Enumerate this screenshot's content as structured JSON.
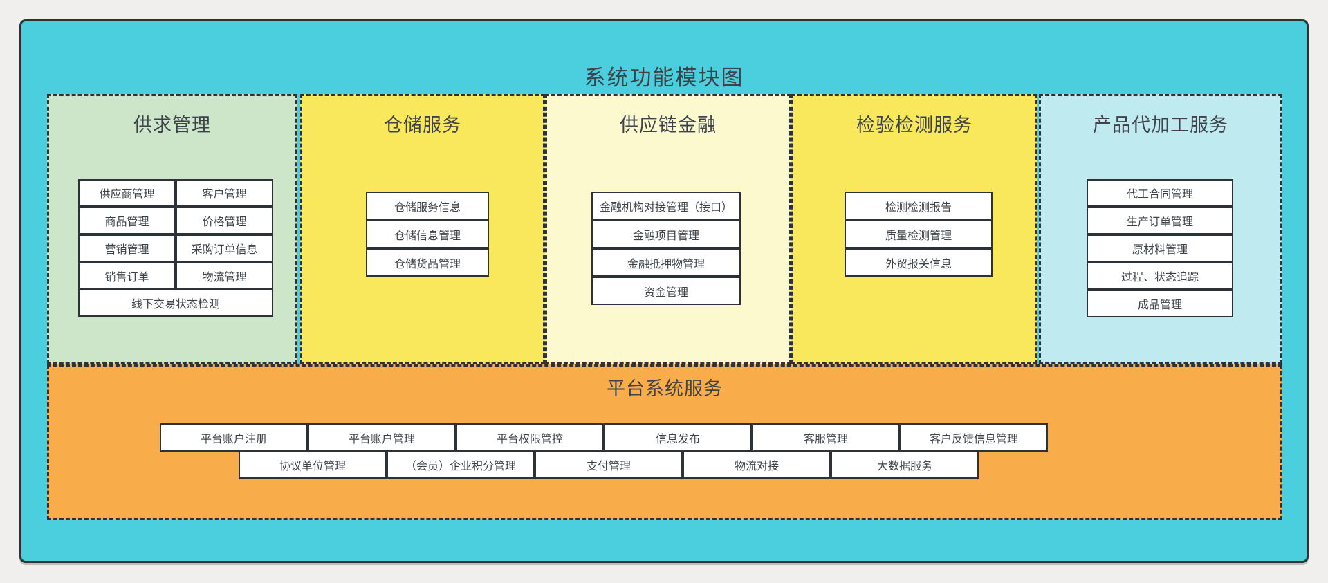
{
  "title": "系统功能模块图",
  "colors": {
    "page-bg": "#f0efed",
    "cyan": "#4bcfdf",
    "line": "#2c3238",
    "text": "#3d4349",
    "green": "#cde6c9",
    "yellow": "#f9e75c",
    "pale-yellow": "#fcf9cf",
    "pale-cyan": "#bfeaf0",
    "orange": "#f8ad4a",
    "box-bg": "#ffffff"
  },
  "sections": [
    {
      "id": "supply-demand",
      "title": "供求管理",
      "items": [
        "供应商管理",
        "客户管理",
        "商品管理",
        "价格管理",
        "营销管理",
        "采购订单信息",
        "销售订单",
        "物流管理"
      ],
      "footer_item": "线下交易状态检测"
    },
    {
      "id": "warehouse",
      "title": "仓储服务",
      "items": [
        "仓储服务信息",
        "仓储信息管理",
        "仓储货品管理"
      ]
    },
    {
      "id": "supply-chain-finance",
      "title": "供应链金融",
      "items": [
        "金融机构对接管理（接口）",
        "金融项目管理",
        "金融抵押物管理",
        "资金管理"
      ]
    },
    {
      "id": "inspection",
      "title": "检验检测服务",
      "items": [
        "检测检测报告",
        "质量检测管理",
        "外贸报关信息"
      ]
    },
    {
      "id": "processing",
      "title": "产品代加工服务",
      "items": [
        "代工合同管理",
        "生产订单管理",
        "原材料管理",
        "过程、状态追踪",
        "成品管理"
      ]
    }
  ],
  "platform": {
    "title": "平台系统服务",
    "row1": [
      "平台账户注册",
      "平台账户管理",
      "平台权限管控",
      "信息发布",
      "客服管理",
      "客户反馈信息管理"
    ],
    "row2": [
      "协议单位管理",
      "（会员）企业积分管理",
      "支付管理",
      "物流对接",
      "大数据服务"
    ]
  }
}
